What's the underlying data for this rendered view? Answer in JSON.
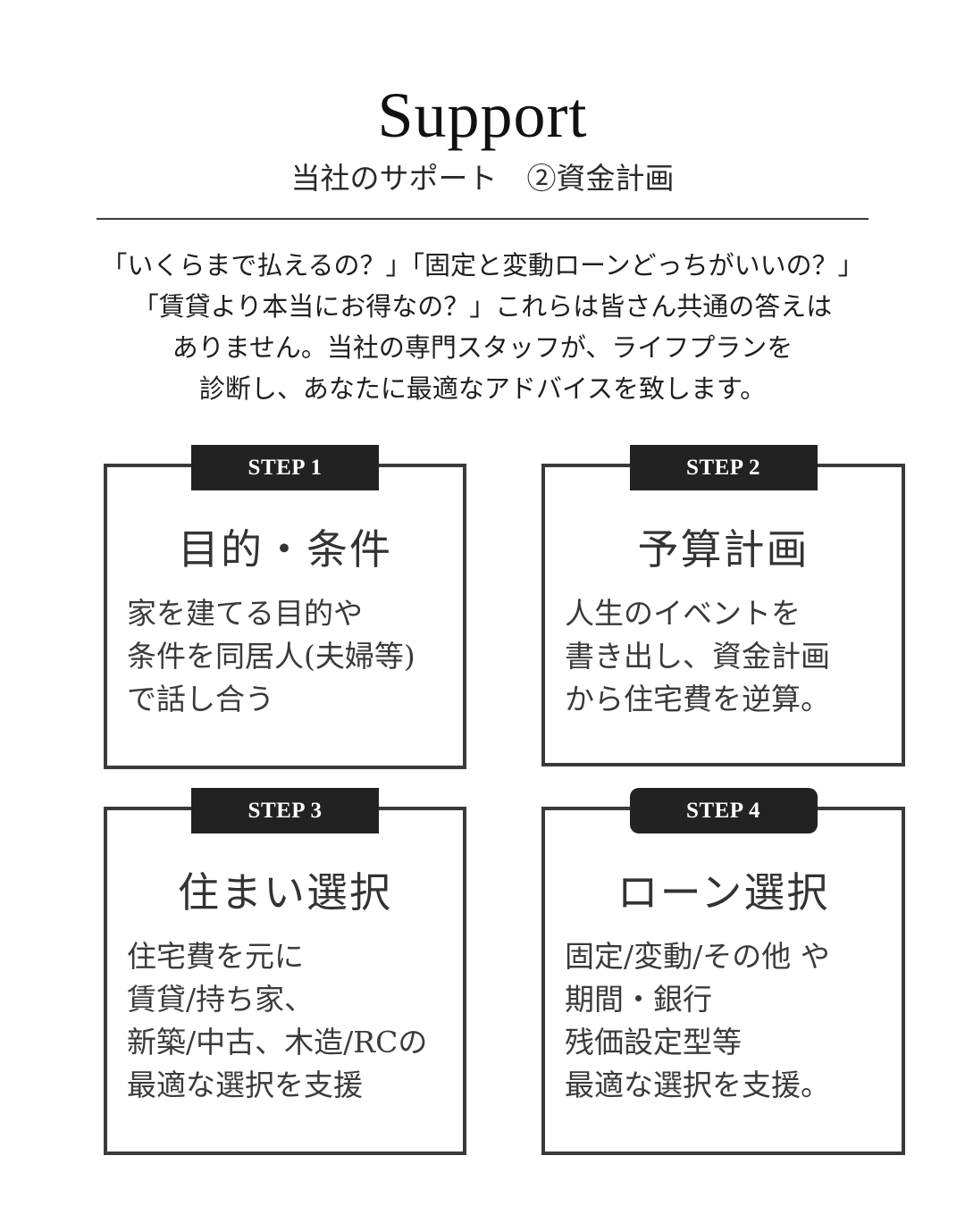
{
  "header": {
    "title": "Support",
    "subtitle": "当社のサポート　②資金計画"
  },
  "intro": {
    "lines": [
      "「いくらまで払えるの？」「固定と変動ローンどっちがいいの？」",
      "「賃貸より本当にお得なの？」これらは皆さん共通の答えは",
      "ありません。当社の専門スタッフが、ライフプランを",
      "診断し、あなたに最適なアドバイスを致します。"
    ]
  },
  "steps": [
    {
      "label": "STEP 1",
      "title": "目的・条件",
      "body": [
        "家を建てる目的や",
        "条件を同居人(夫婦等)",
        "で話し合う"
      ]
    },
    {
      "label": "STEP 2",
      "title": "予算計画",
      "body": [
        "人生のイベントを",
        "書き出し、資金計画",
        "から住宅費を逆算。"
      ]
    },
    {
      "label": "STEP 3",
      "title": "住まい選択",
      "body": [
        "住宅費を元に",
        "賃貸/持ち家、",
        "新築/中古、木造/RCの",
        "最適な選択を支援"
      ]
    },
    {
      "label": "STEP 4",
      "title": "ローン選択",
      "body": [
        "固定/変動/その他 や",
        "期間・銀行",
        "残価設定型等",
        "最適な選択を支援。"
      ]
    }
  ],
  "colors": {
    "badge_bg": "#222222",
    "border": "#3a3a3a",
    "text": "#222222",
    "background": "#ffffff"
  }
}
